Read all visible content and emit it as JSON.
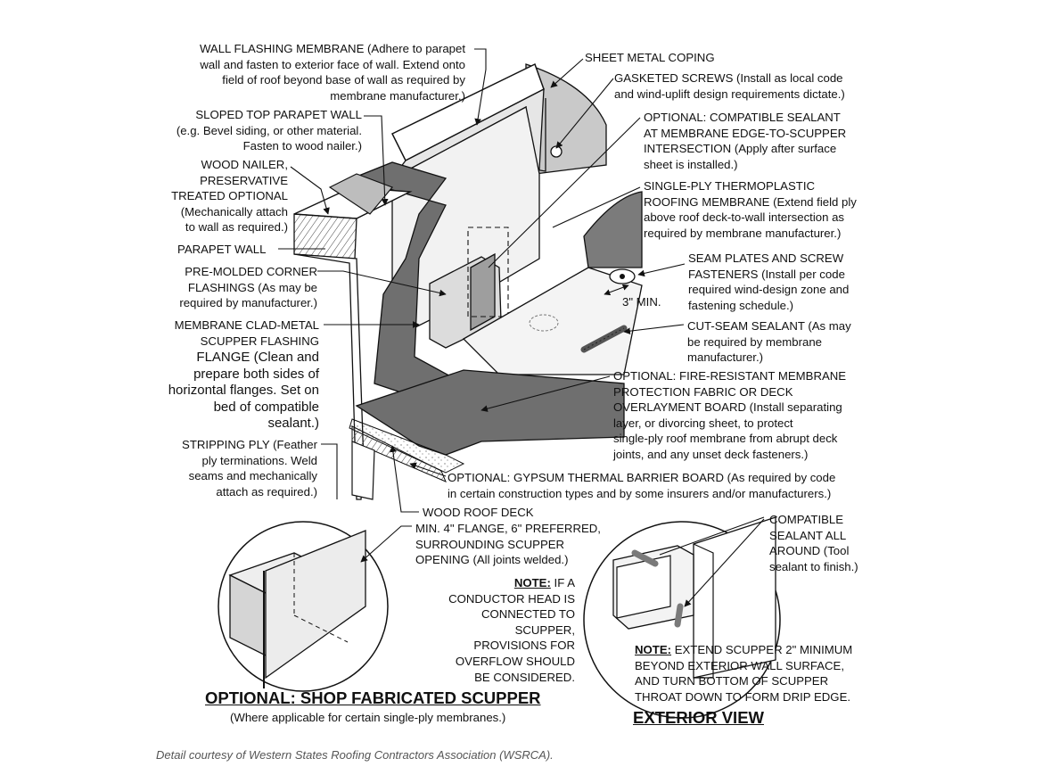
{
  "labels": {
    "wall_flashing": [
      "WALL FLASHING MEMBRANE (Adhere to parapet",
      "wall and fasten to exterior face of wall.  Extend onto",
      "field of roof beyond base of wall as required by",
      "membrane manufacturer.)"
    ],
    "sheet_metal_coping": [
      "SHEET METAL COPING"
    ],
    "gasketed_screws": [
      "GASKETED SCREWS (Install as local code",
      "and wind-uplift design requirements dictate.)"
    ],
    "sloped_top": [
      "SLOPED TOP PARAPET WALL",
      "(e.g. Bevel siding, or other material.",
      "Fasten to wood nailer.)"
    ],
    "optional_sealant": [
      "OPTIONAL: COMPATIBLE SEALANT",
      "AT MEMBRANE EDGE-TO-SCUPPER",
      "INTERSECTION (Apply after surface",
      "sheet is installed.)"
    ],
    "wood_nailer": [
      "WOOD NAILER,",
      "PRESERVATIVE",
      "TREATED OPTIONAL",
      "(Mechanically attach",
      "to wall as required.)"
    ],
    "single_ply": [
      "SINGLE-PLY THERMOPLASTIC",
      "ROOFING MEMBRANE (Extend field ply",
      "above roof deck-to-wall intersection as",
      "required by membrane manufacturer.)"
    ],
    "parapet_wall": [
      "PARAPET WALL"
    ],
    "seam_plates": [
      "SEAM PLATES AND SCREW",
      "FASTENERS (Install per code",
      "required wind-design zone and",
      "fastening schedule.)"
    ],
    "three_min": [
      "3\" MIN."
    ],
    "pre_molded": [
      "PRE-MOLDED CORNER",
      "FLASHINGS (As may be",
      "required by manufacturer.)"
    ],
    "cut_seam": [
      "CUT-SEAM SEALANT (As may",
      "be required by membrane",
      "manufacturer.)"
    ],
    "membrane_clad_a": [
      "MEMBRANE CLAD-METAL",
      "SCUPPER FLASHING"
    ],
    "membrane_clad_b": [
      "FLANGE (Clean and",
      "prepare both sides of",
      "horizontal flanges. Set on",
      "bed of compatible",
      "sealant.)"
    ],
    "fire_resistant": [
      "OPTIONAL: FIRE-RESISTANT MEMBRANE",
      "PROTECTION FABRIC OR DECK",
      "OVERLAYMENT BOARD  (Install separating",
      "layer, or divorcing sheet, to protect",
      "single-ply roof membrane from abrupt deck",
      "joints, and any unset deck fasteners.)"
    ],
    "stripping_ply": [
      "STRIPPING PLY (Feather",
      "ply terminations. Weld",
      "seams and mechanically",
      "attach as required.)"
    ],
    "gypsum": [
      "OPTIONAL: GYPSUM THERMAL BARRIER BOARD (As required by code",
      "in certain construction types and by some insurers and/or manufacturers.)"
    ],
    "wood_roof_deck": [
      "WOOD ROOF DECK"
    ],
    "min_flange": [
      "MIN. 4\" FLANGE, 6\" PREFERRED,",
      "SURROUNDING SCUPPER",
      "OPENING (All joints welded.)"
    ],
    "compatible_sealant": [
      "COMPATIBLE",
      "SEALANT ALL",
      "AROUND (Tool",
      "sealant to finish.)"
    ],
    "note_conductor_key": "NOTE:",
    "note_conductor_first": " IF A",
    "note_conductor_rest": [
      "CONDUCTOR HEAD IS",
      "CONNECTED TO",
      "SCUPPER,",
      "PROVISIONS FOR",
      "OVERFLOW SHOULD",
      "BE CONSIDERED."
    ],
    "note_extend_key": "NOTE:",
    "note_extend_first": " EXTEND SCUPPER 2\" MINIMUM",
    "note_extend_rest": [
      "BEYOND EXTERIOR WALL SURFACE,",
      "AND TURN BOTTOM OF SCUPPER",
      "THROAT DOWN TO FORM DRIP EDGE."
    ]
  },
  "titles": {
    "shop_fabricated": "OPTIONAL: SHOP FABRICATED SCUPPER",
    "shop_fabricated_sub": "(Where applicable for certain single-ply membranes.)",
    "exterior_view": "EXTERIOR VIEW"
  },
  "credit": "Detail courtesy of Western States Roofing Contractors Association (WSRCA).",
  "colors": {
    "ink": "#111111",
    "membrane_dark": "#6f6f6f",
    "membrane_mid": "#a9a9a9",
    "membrane_light": "#d8d8d8",
    "credit": "#555555"
  }
}
